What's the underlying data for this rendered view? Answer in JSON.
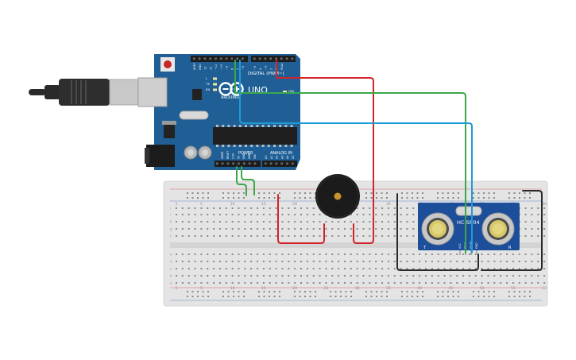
{
  "board": {
    "logo_text": "UNO",
    "brand_text": "ARDUINO",
    "digital_label": "DIGITAL (PWM~)",
    "power_label": "POWER",
    "analog_label": "ANALOG IN",
    "on_label": "ON",
    "top_pin_labels": [
      "AREF",
      "GND",
      "13",
      "12",
      "~11",
      "~10",
      "~9",
      "8",
      "7",
      "~6",
      "~5",
      "4",
      "~3",
      "2",
      "TX▸1",
      "RX◂0"
    ],
    "power_pin_labels": [
      "IOREF",
      "RESET",
      "3.3V",
      "5V",
      "GND",
      "GND",
      "VIN"
    ],
    "analog_pin_labels": [
      "A0",
      "A1",
      "A2",
      "A3",
      "A4",
      "A5"
    ],
    "led_labels": [
      "L",
      "TX",
      "RX"
    ],
    "color_board": "#1f5f95",
    "color_board_dark": "#164a78"
  },
  "sensor": {
    "model": "HC-SR04",
    "left_mark": "T",
    "right_mark": "R",
    "pin_labels": [
      "VCC",
      "TRIG",
      "ECHO",
      "GND"
    ],
    "color_pcb": "#1c4e9a"
  },
  "breadboard": {
    "column_numbers": [
      "1",
      "5",
      "10",
      "15",
      "20",
      "25",
      "30",
      "35",
      "40",
      "45",
      "50",
      "55",
      "60"
    ],
    "row_letters_top": [
      "j",
      "i",
      "h",
      "g",
      "f"
    ],
    "row_letters_bottom": [
      "e",
      "d",
      "c",
      "b",
      "a"
    ],
    "color_body": "#e4e4e4"
  },
  "wires": {
    "red": "#d2232a",
    "green": "#3aa84a",
    "blue": "#1e9cd6",
    "black": "#2a2a2a"
  }
}
